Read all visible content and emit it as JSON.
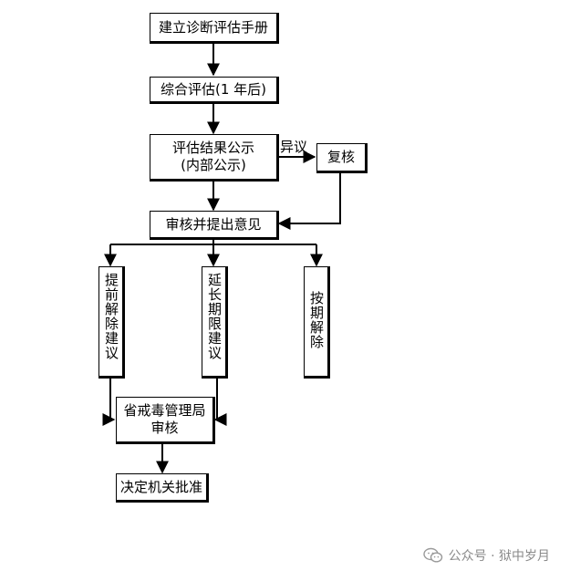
{
  "nodes": {
    "create_manual": "建立诊断评估手册",
    "comprehensive_eval": "综合评估(1 年后)",
    "result_publicity_line1": "评估结果公示",
    "result_publicity_line2": "(内部公示)",
    "recheck": "复核",
    "review": "审核并提出意见",
    "early_release": "提前解除建议",
    "extend_period": "延长期限建议",
    "scheduled_release": "按期解除",
    "provincial_review_line1": "省戒毒管理局",
    "provincial_review_line2": "审核",
    "final_decision": "决定机关批准"
  },
  "edge_labels": {
    "objection": "异议"
  },
  "watermark": {
    "text": "公众号 · 狱中岁月",
    "icon": "wechat-icon"
  }
}
